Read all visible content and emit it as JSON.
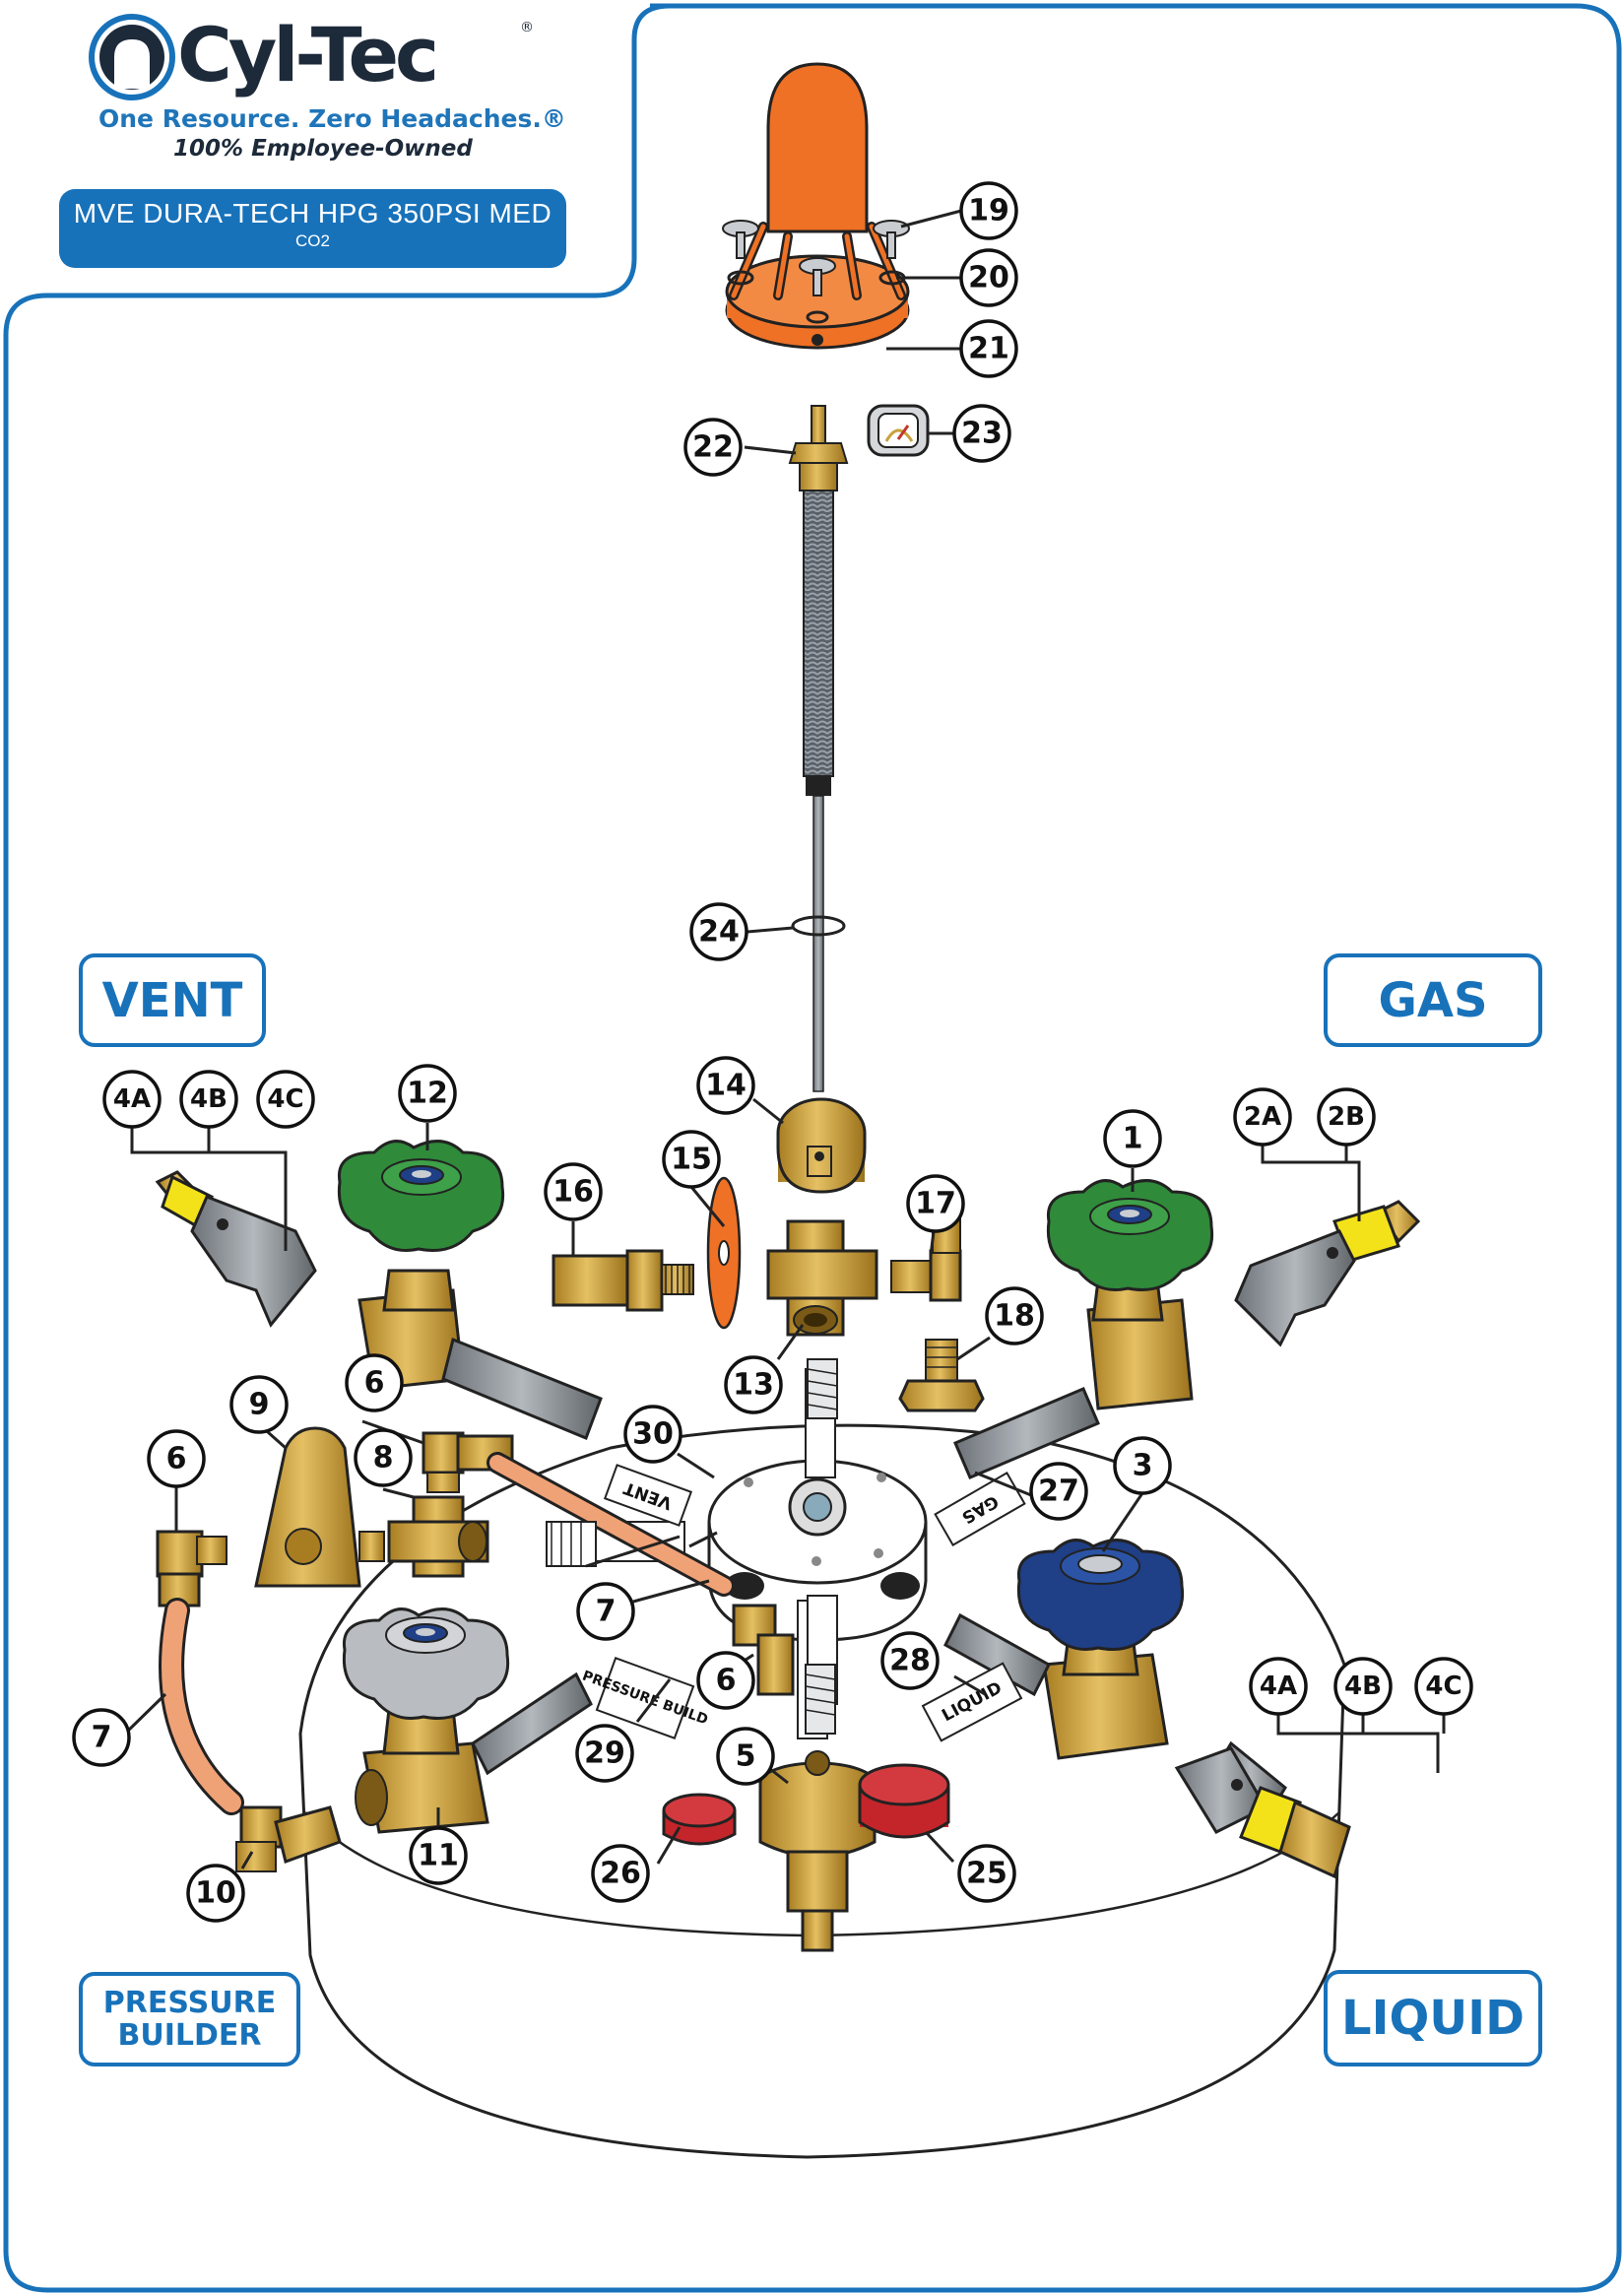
{
  "brand": {
    "name": "Cyl-Tec",
    "registered": "®",
    "tagline": "One Resource. Zero Headaches.®",
    "subline": "100% Employee-Owned"
  },
  "model": {
    "name": "MVE DURA-TECH HPG 350PSI MED",
    "gas": "CO2"
  },
  "sections": {
    "vent": "VENT",
    "gas": "GAS",
    "liquid": "LIQUID",
    "pressure_builder": "PRESSURE BUILDER"
  },
  "head_tags": {
    "vent": "VENT",
    "gas": "GAS",
    "liquid": "LIQUID",
    "pressure_build": "PRESSURE BUILD"
  },
  "callouts": [
    "19",
    "20",
    "21",
    "22",
    "23",
    "24",
    "14",
    "15",
    "16",
    "17",
    "18",
    "13",
    "12",
    "1",
    "4A",
    "4B",
    "4C",
    "2A",
    "2B",
    "9",
    "6",
    "8",
    "6",
    "30",
    "27",
    "3",
    "7",
    "6",
    "28",
    "29",
    "7",
    "5",
    "26",
    "25",
    "11",
    "10",
    "4A",
    "4B",
    "4C"
  ],
  "colors": {
    "brand_blue": "#1872ba",
    "brass": "#c9a13c",
    "handwheel_green": "#2f8a3a",
    "handwheel_blue": "#1f3f86",
    "handwheel_gray": "#b9bcc0",
    "guard_orange": "#ee7125",
    "cap_red": "#c3252b",
    "tube_orange": "#f0a277",
    "safety_yellow": "#f3e21a"
  },
  "icons": [
    "cyl-tec-logo-mark"
  ]
}
